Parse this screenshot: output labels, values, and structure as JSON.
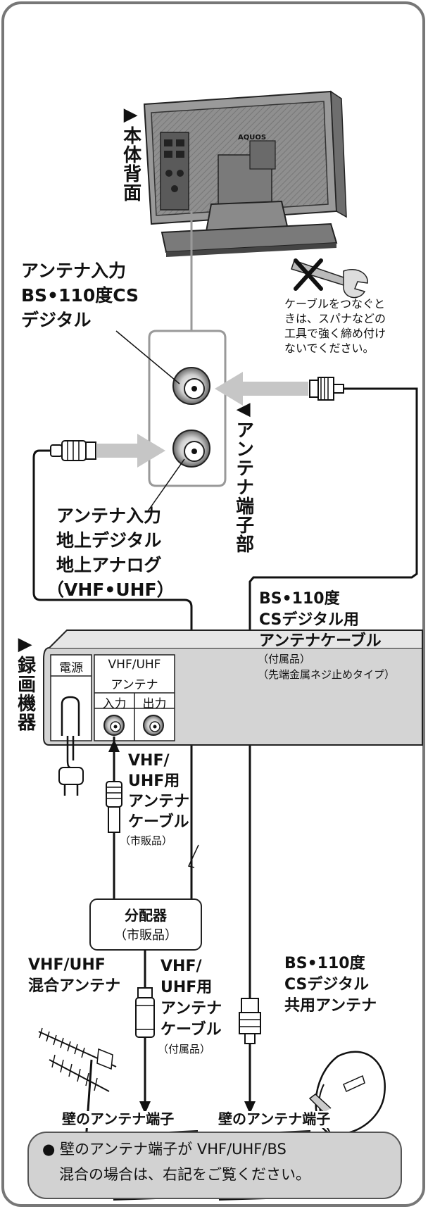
{
  "tv": {
    "section_label": "▶本体背面",
    "brand": "AQUOS",
    "bs_input_label": [
      "アンテナ入力",
      "BS•110度CS",
      "デジタル"
    ],
    "terrestrial_input_label": [
      "アンテナ入力",
      "地上デジタル",
      "地上アナログ",
      "（VHF•UHF）"
    ],
    "terminal_section_label": "◀アンテナ端子部"
  },
  "warning": {
    "icon": "no-wrench-icon",
    "text": [
      "ケーブルをつなぐと",
      "きは、スパナなどの",
      "工具で強く締め付け",
      "ないでください。"
    ]
  },
  "bs_cable": {
    "label": [
      "BS•110度",
      "CSデジタル用",
      "アンテナケーブル"
    ],
    "note": [
      "（付属品）",
      "（先端金属ネジ止めタイプ）"
    ]
  },
  "recorder": {
    "section_label": "▶録画機器",
    "power_label": "電源",
    "antenna_label": [
      "VHF/UHF",
      "アンテナ"
    ],
    "in_label": "入力",
    "out_label": "出力"
  },
  "vhf_cable_1": {
    "label": [
      "VHF/",
      "UHF用",
      "アンテナ",
      "ケーブル"
    ],
    "note": "（市販品）"
  },
  "splitter": {
    "label": "分配器",
    "note": "（市販品）"
  },
  "vhf_antenna": {
    "label": [
      "VHF/UHF",
      "混合アンテナ"
    ]
  },
  "vhf_cable_2": {
    "label": [
      "VHF/",
      "UHF用",
      "アンテナ",
      "ケーブル"
    ],
    "note": "（付属品）"
  },
  "bs_antenna": {
    "label": [
      "BS•110度",
      "CSデジタル",
      "共用アンテナ"
    ]
  },
  "wall_terminal_left": {
    "label": "壁のアンテナ端子"
  },
  "wall_terminal_right": {
    "label": "壁のアンテナ端子"
  },
  "footnote": {
    "lines": [
      "● 壁のアンテナ端子が VHF/UHF/BS",
      "混合の場合は、右記をご覧ください。"
    ]
  },
  "colors": {
    "frame": "#777777",
    "tv_body": "#8a8a8a",
    "arrow": "#c6c6c6",
    "recorder": "#d4d4d4",
    "cable": "#111111"
  }
}
